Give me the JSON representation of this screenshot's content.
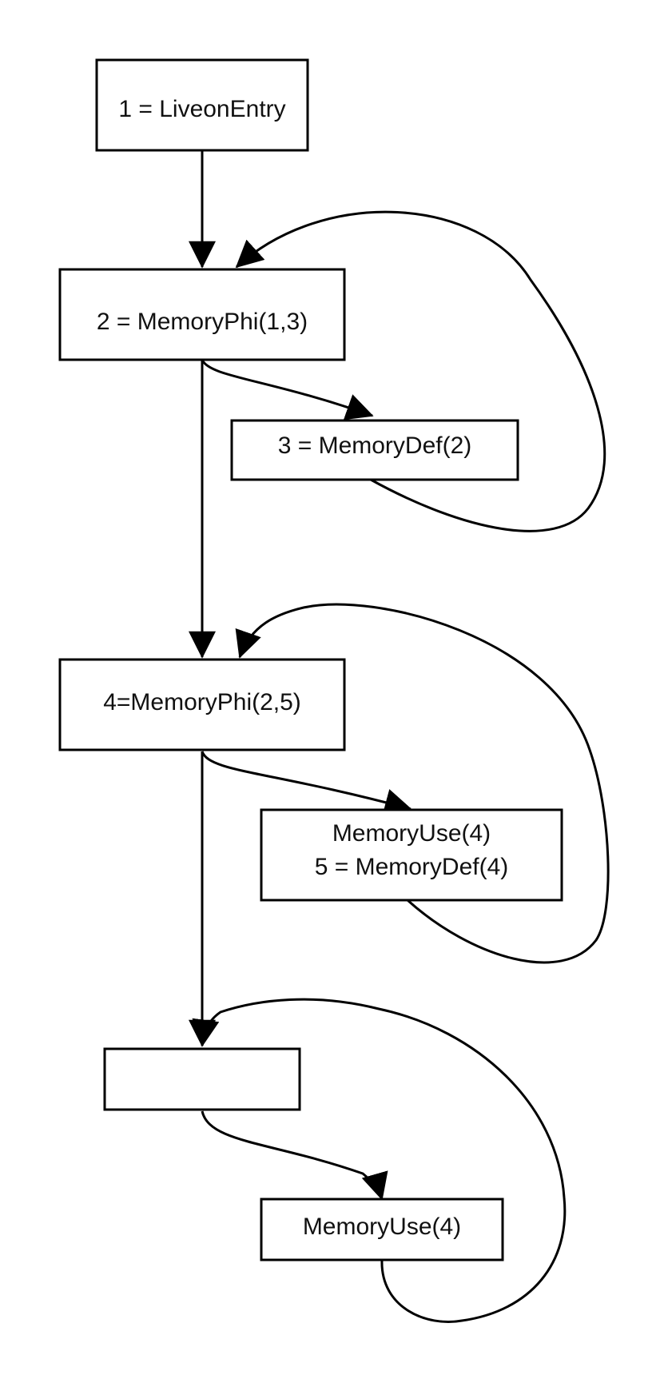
{
  "nodes": {
    "live_on_entry": {
      "lines": [
        "1 = LiveonEntry"
      ]
    },
    "memory_phi_1": {
      "lines": [
        "2  = MemoryPhi(1,3)"
      ]
    },
    "memory_def_3": {
      "lines": [
        "3 = MemoryDef(2)"
      ]
    },
    "memory_phi_4": {
      "lines": [
        "4=MemoryPhi(2,5)"
      ]
    },
    "use_def_block": {
      "lines": [
        "MemoryUse(4)",
        "5 = MemoryDef(4)"
      ]
    },
    "empty_block": {
      "lines": []
    },
    "memory_use_final": {
      "lines": [
        "MemoryUse(4)"
      ]
    }
  },
  "colors": {
    "stroke": "#000000",
    "text": "#111111",
    "background": "#ffffff"
  }
}
